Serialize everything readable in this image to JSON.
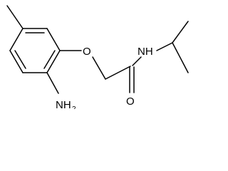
{
  "molecule": {
    "atoms": {
      "ether_oxygen": "O",
      "amide_nitrogen": "NH",
      "carbonyl_oxygen": "O",
      "amine": {
        "element": "NH",
        "subscript": "2"
      }
    }
  }
}
